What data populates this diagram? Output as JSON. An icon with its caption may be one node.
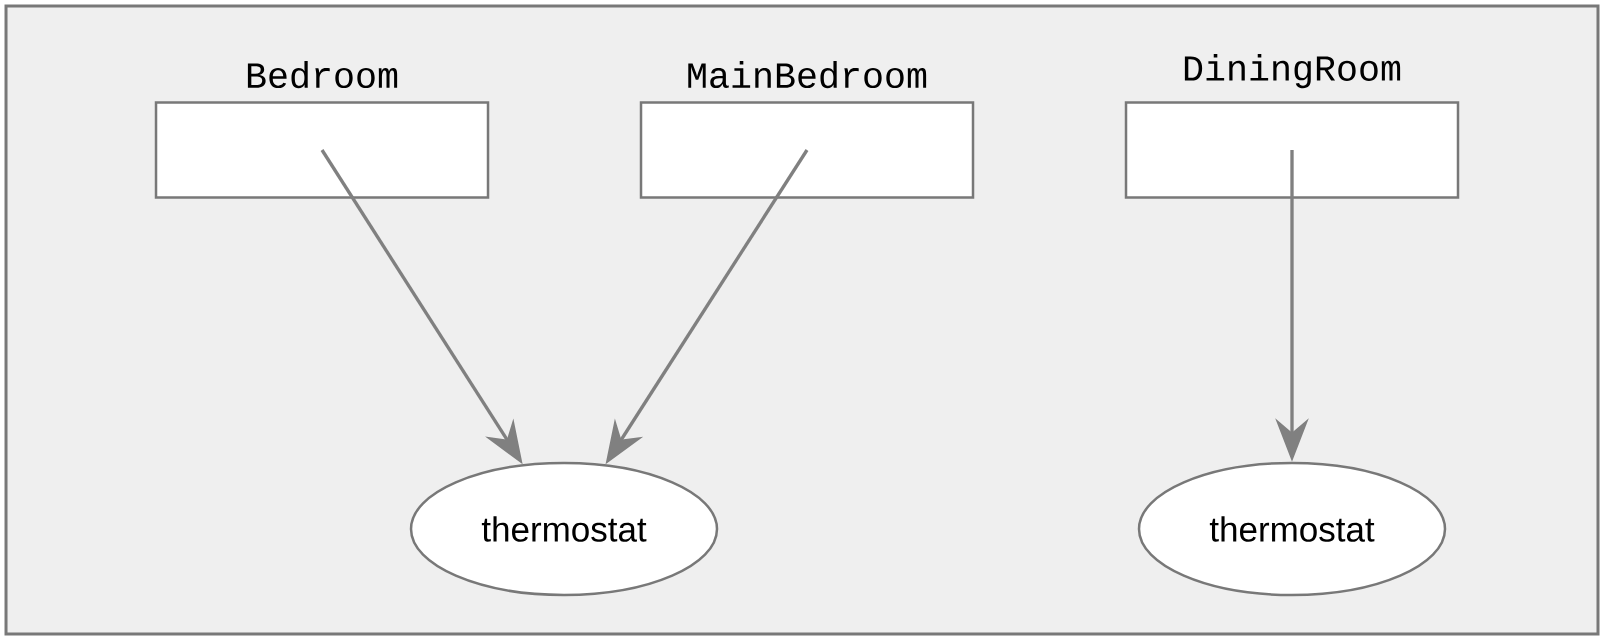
{
  "diagram": {
    "nodes": [
      {
        "text": [
          "Bedroom"
        ]
      },
      {
        "text": [
          "MainBedroom"
        ]
      },
      {
        "text": [
          "DiningRoom"
        ]
      },
      {
        "text": [
          "thermostat"
        ]
      },
      {
        "text": [
          "thermostat"
        ]
      }
    ],
    "edges": [
      {
        "from": 0,
        "to": 3,
        "arrow": "to"
      },
      {
        "from": 1,
        "to": 3,
        "arrow": "to"
      },
      {
        "from": 2,
        "to": 4,
        "arrow": "to"
      }
    ]
  }
}
